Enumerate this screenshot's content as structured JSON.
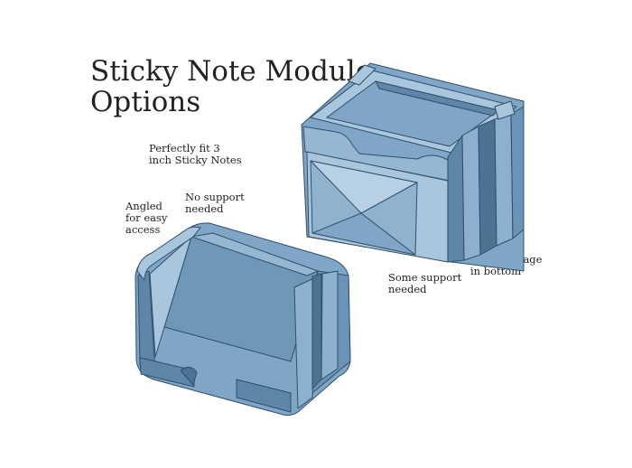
{
  "title": {
    "line1": "Sticky Note Module",
    "line2": "Options"
  },
  "annotations": {
    "perfectly_fit": "Perfectly fit 3\ninch Sticky Notes",
    "angled": "Angled\nfor easy\naccess",
    "no_support": "No support\nneeded",
    "some_support": "Some support\nneeded",
    "extra_storage": "Extra storage\nin bottom"
  },
  "colors": {
    "body": "#7fa6c6",
    "light": "#a9c6dd",
    "dark": "#5e86a8",
    "shadow": "#4d7394",
    "edge": "#2f4f6a"
  }
}
